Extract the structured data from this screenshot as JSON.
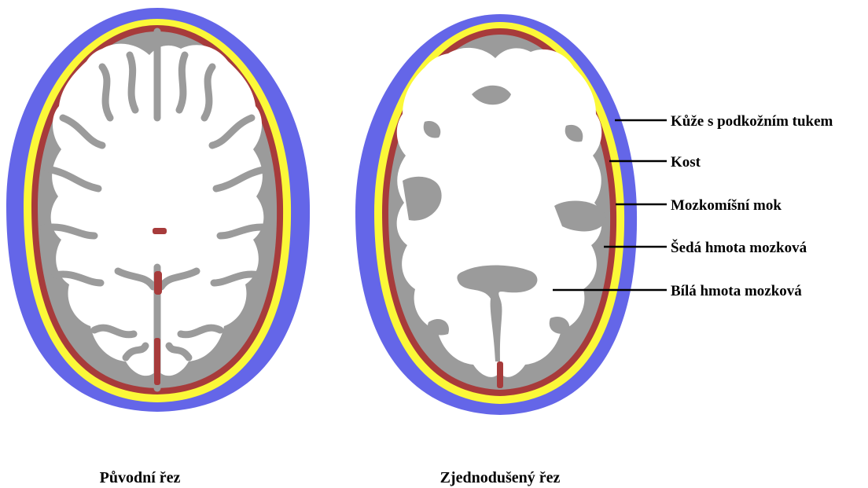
{
  "captions": {
    "original": "Původní řez",
    "simplified": "Zjednodušený řez"
  },
  "labels": [
    "Kůže s podkožním tukem",
    "Kost",
    "Mozkomíšní mok",
    "Šedá hmota mozková",
    "Bílá hmota mozková"
  ],
  "colors": {
    "skin": "#6466e8",
    "bone": "#fbf838",
    "csf": "#a73b3b",
    "grey_matter": "#9b9b9b",
    "white_matter": "#ffffff"
  }
}
